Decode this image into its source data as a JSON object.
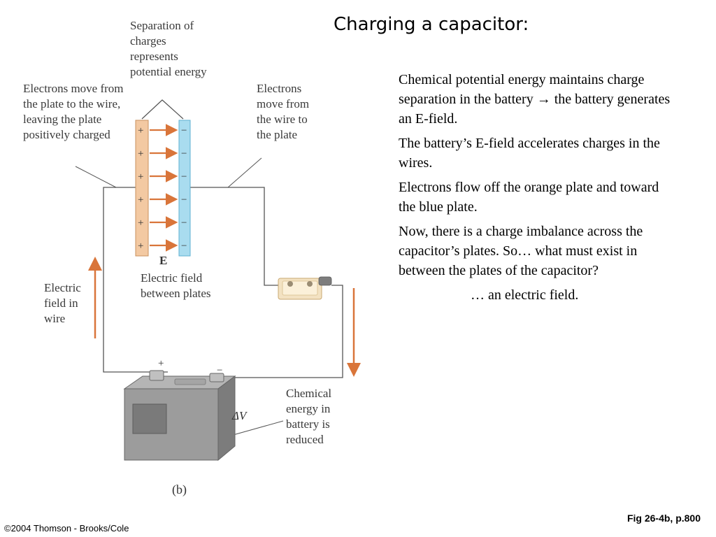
{
  "slide": {
    "title": "Charging a capacitor:",
    "paragraphs": [
      "Chemical potential energy maintains charge separation in the battery → the battery generates an E-field.",
      "The battery’s E-field accelerates charges in the wires.",
      "Electrons flow off the orange plate and toward the blue plate.",
      "Now, there is a charge imbalance across the capacitor’s plates.  So… what must exist in between the plates of the capacitor?"
    ],
    "answer": "… an electric field.",
    "copyright": "©2004 Thomson - Brooks/Cole",
    "figure_ref": "Fig 26-4b, p.800"
  },
  "figure": {
    "separation_label": "Separation of charges represents potential energy",
    "left_label": "Electrons move from the plate to the wire, leaving the plate positively charged",
    "right_label": "Electrons move from the wire to the plate",
    "e_symbol": "E",
    "field_label": "Electric field between plates",
    "wire_field_label": "Electric field in wire",
    "battery_label": "Chemical energy in battery is reduced",
    "battery_plus": "+",
    "battery_minus": "−",
    "delta_v": "ΔV",
    "panel_label": "(b)",
    "plate_plus": "+",
    "plate_minus": "−"
  },
  "colors": {
    "orange_plate": "#f3c9a2",
    "blue_plate": "#a9dcef",
    "arrow": "#d9753a",
    "wire": "#555555",
    "battery_body": "#8f8f8f"
  }
}
